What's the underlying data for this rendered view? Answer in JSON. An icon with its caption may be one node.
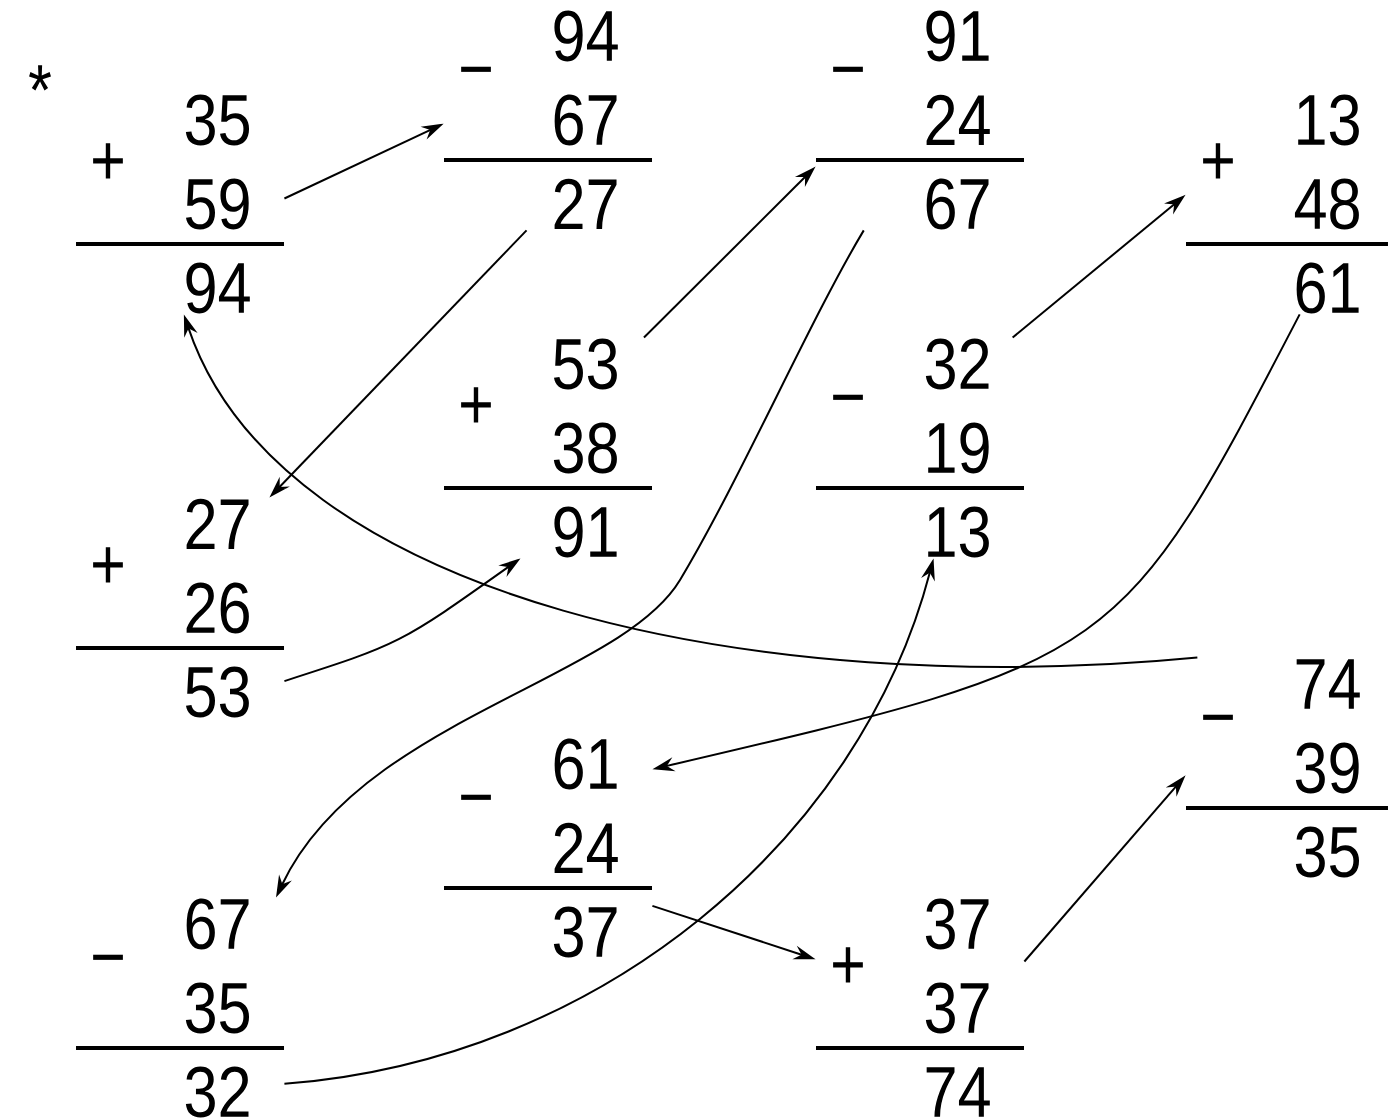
{
  "diagram": {
    "nodes": [
      {
        "text": [
          "+",
          "35",
          "59",
          "94"
        ]
      },
      {
        "text": [
          "−",
          "94",
          "67",
          "27"
        ]
      },
      {
        "text": [
          "−",
          "91",
          "24",
          "67"
        ]
      },
      {
        "text": [
          "+",
          "13",
          "48",
          "61"
        ]
      },
      {
        "text": [
          "+",
          "53",
          "38",
          "91"
        ]
      },
      {
        "text": [
          "−",
          "32",
          "19",
          "13"
        ]
      },
      {
        "text": [
          "+",
          "27",
          "26",
          "53"
        ]
      },
      {
        "text": [
          "−",
          "74",
          "39",
          "35"
        ]
      },
      {
        "text": [
          "−",
          "61",
          "24",
          "37"
        ]
      },
      {
        "text": [
          "−",
          "67",
          "35",
          "32"
        ]
      },
      {
        "text": [
          "+",
          "37",
          "37",
          "74"
        ]
      }
    ],
    "edges": [
      {
        "from": 0,
        "to": 1,
        "arrow": "to"
      },
      {
        "from": 1,
        "to": 6,
        "arrow": "to"
      },
      {
        "from": 6,
        "to": 4,
        "arrow": "to"
      },
      {
        "from": 4,
        "to": 2,
        "arrow": "to"
      },
      {
        "from": 2,
        "to": 9,
        "arrow": "to"
      },
      {
        "from": 9,
        "to": 5,
        "arrow": "to"
      },
      {
        "from": 5,
        "to": 3,
        "arrow": "to"
      },
      {
        "from": 3,
        "to": 8,
        "arrow": "to"
      },
      {
        "from": 8,
        "to": 10,
        "arrow": "to"
      },
      {
        "from": 10,
        "to": 7,
        "arrow": "to"
      },
      {
        "from": 7,
        "to": 0,
        "arrow": "to"
      }
    ],
    "labels": [
      "*"
    ]
  }
}
